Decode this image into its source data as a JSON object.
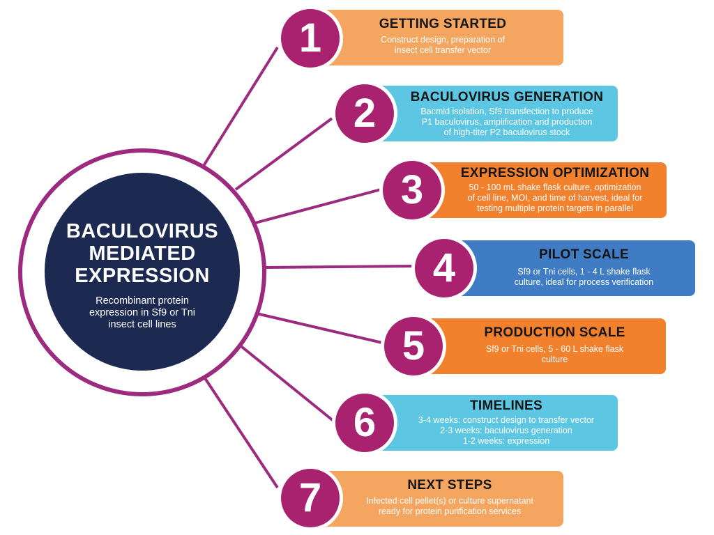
{
  "hub": {
    "title_lines": [
      "BACULOVIRUS",
      "MEDIATED",
      "EXPRESSION"
    ],
    "subtitle": "Recombinant protein expression in Sf9 or Tni insect cell lines"
  },
  "colors": {
    "ring": "#9c2a7f",
    "hub_fill": "#1c2951",
    "number_circle": "#a8226f",
    "light_orange": "#f4a55f",
    "cyan": "#5dc6e3",
    "orange": "#f2812e",
    "blue": "#3f7cc4"
  },
  "steps": [
    {
      "number": "1",
      "title": "GETTING STARTED",
      "lines": [
        "Construct design, preparation of",
        "insect cell transfer vector"
      ],
      "color": "light_orange"
    },
    {
      "number": "2",
      "title": "BACULOVIRUS GENERATION",
      "lines": [
        "Bacmid isolation, Sf9 transfection to produce",
        "P1 baculovirus, amplification and production",
        "of high-titer P2 baculovirus stock"
      ],
      "color": "cyan"
    },
    {
      "number": "3",
      "title": "EXPRESSION OPTIMIZATION",
      "lines": [
        "50 - 100 mL shake flask culture, optimization",
        "of cell line, MOI, and time of harvest, ideal for",
        "testing multiple protein targets in parallel"
      ],
      "color": "orange"
    },
    {
      "number": "4",
      "title": "PILOT SCALE",
      "lines": [
        "Sf9 or Tni cells, 1 - 4 L shake flask",
        "culture, ideal for process verification"
      ],
      "color": "blue"
    },
    {
      "number": "5",
      "title": "PRODUCTION SCALE",
      "lines": [
        "Sf9 or Tni cells, 5 - 60 L shake flask",
        "culture"
      ],
      "color": "orange"
    },
    {
      "number": "6",
      "title": "TIMELINES",
      "lines": [
        "3-4 weeks: construct design to transfer vector",
        "2-3 weeks: baculovirus generation",
        "1-2 weeks: expression"
      ],
      "color": "cyan"
    },
    {
      "number": "7",
      "title": "NEXT STEPS",
      "lines": [
        "Infected cell pellet(s) or culture supernatant",
        "ready for protein purification services"
      ],
      "color": "light_orange"
    }
  ]
}
